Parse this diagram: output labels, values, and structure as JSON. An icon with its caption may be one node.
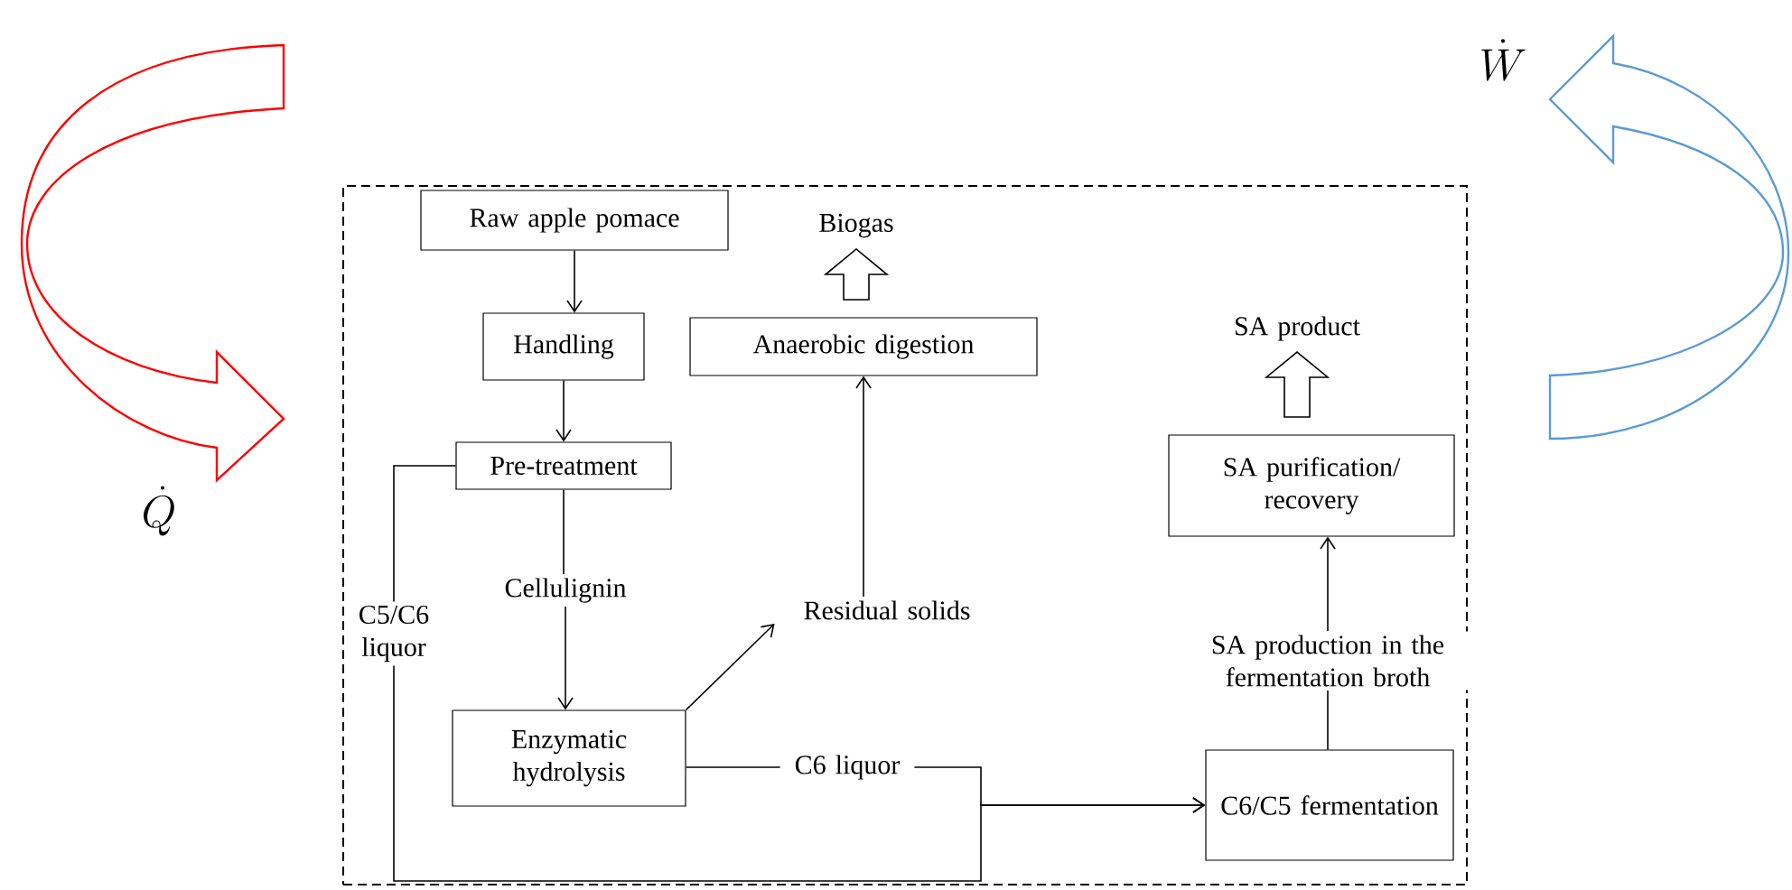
{
  "diagram": {
    "nodes": [
      {
        "text": [],
        "shape": "box"
      },
      {
        "text": [
          "Raw apple pomace"
        ],
        "in": 0
      },
      {
        "text": [
          "Handling"
        ],
        "in": 0
      },
      {
        "text": [
          "Pre-treatment"
        ],
        "in": 0
      },
      {
        "text": [
          "Cellulignin"
        ],
        "in": 0
      },
      {
        "text": [
          "Enzymatic hydrolysis"
        ],
        "in": 0
      },
      {
        "text": [
          "Residual solids"
        ],
        "in": 0
      },
      {
        "text": [
          "Anaerobic digestion"
        ],
        "in": 0
      },
      {
        "text": [
          "Biogas"
        ],
        "in": 0
      },
      {
        "text": [
          "C5/C6 liquor"
        ],
        "in": 0
      },
      {
        "text": [
          "C6 liquor"
        ],
        "in": 0
      },
      {
        "text": [
          "C6/C5 fermentation"
        ],
        "in": 0
      },
      {
        "text": [
          "SA production in the fermentation broth"
        ],
        "in": 0
      },
      {
        "text": [
          "SA purification/ recovery"
        ],
        "in": 0
      },
      {
        "text": [
          "SA product"
        ],
        "in": 0
      }
    ],
    "edges": [
      {
        "from": 1,
        "to": 2,
        "arrow": "to"
      },
      {
        "from": 2,
        "to": 3,
        "arrow": "to"
      },
      {
        "from": 3,
        "to": 4,
        "arrow": "none"
      },
      {
        "from": 4,
        "to": 5,
        "arrow": "to"
      },
      {
        "from": 5,
        "to": 6,
        "arrow": "to"
      },
      {
        "from": 6,
        "to": 7,
        "arrow": "to"
      },
      {
        "from": 7,
        "to": 8,
        "arrow": "to",
        "style": "thick"
      },
      {
        "from": 3,
        "to": 9,
        "arrow": "none"
      },
      {
        "from": 9,
        "to": 11,
        "arrow": "to"
      },
      {
        "from": 5,
        "to": 10,
        "arrow": "none"
      },
      {
        "from": 10,
        "to": 11,
        "arrow": "to"
      },
      {
        "from": 11,
        "to": 12,
        "arrow": "none"
      },
      {
        "from": 12,
        "to": 13,
        "arrow": "to"
      },
      {
        "from": 13,
        "to": 14,
        "arrow": "to",
        "style": "thick"
      }
    ],
    "labels": [
      "\\dot{Q}",
      "\\dot{W}"
    ]
  }
}
